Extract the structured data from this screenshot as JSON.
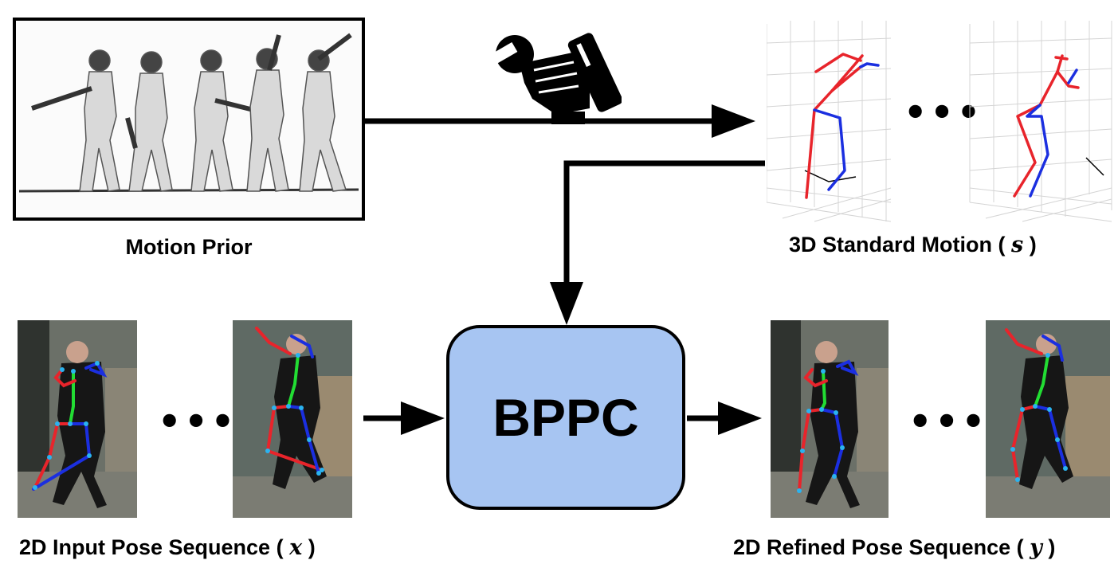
{
  "labels": {
    "motion_prior": "Motion Prior",
    "standard_motion_prefix": "3D Standard Motion (",
    "standard_motion_var": "s",
    "standard_motion_suffix": ")",
    "input_prefix": "2D Input Pose Sequence (",
    "input_var": "x",
    "input_suffix": ")",
    "refined_prefix": "2D Refined Pose Sequence (",
    "refined_var": "y",
    "refined_suffix": ")",
    "ellipsis": "•••"
  },
  "module": {
    "name": "BPPC"
  },
  "colors": {
    "module_fill": "#a7c5f2",
    "skeleton_left": "#e8242b",
    "skeleton_right": "#1b2fe0",
    "skeleton_spine": "#22dd33",
    "joint": "#2ab3f0"
  },
  "icons": {
    "tool": "wrench-hand-icon"
  }
}
